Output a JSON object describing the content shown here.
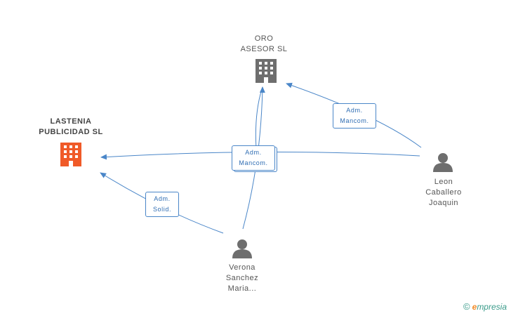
{
  "nodes": {
    "oro": {
      "label_line1": "ORO",
      "label_line2": "ASESOR SL",
      "icon": "building-icon",
      "color": "#6e6e6e"
    },
    "lastenia": {
      "label_line1": "LASTENIA",
      "label_line2": "PUBLICIDAD SL",
      "icon": "building-icon",
      "color": "#f05a28"
    },
    "leon": {
      "label_line1": "Leon",
      "label_line2": "Caballero",
      "label_line3": "Joaquin",
      "icon": "person-icon",
      "color": "#6e6e6e"
    },
    "verona": {
      "label_line1": "Verona",
      "label_line2": "Sanchez",
      "label_line3": "Maria...",
      "icon": "person-icon",
      "color": "#6e6e6e"
    }
  },
  "edges": {
    "leon_oro": {
      "line1": "Adm.",
      "line2": "Mancom."
    },
    "center": {
      "line1": "Adm.",
      "line2": "Mancom."
    },
    "verona_lastenia": {
      "line1": "Adm.",
      "line2": "Solid."
    }
  },
  "colors": {
    "edge": "#4a86c8"
  },
  "brand": {
    "copyright": "©",
    "e": "e",
    "rest": "mpresia"
  }
}
